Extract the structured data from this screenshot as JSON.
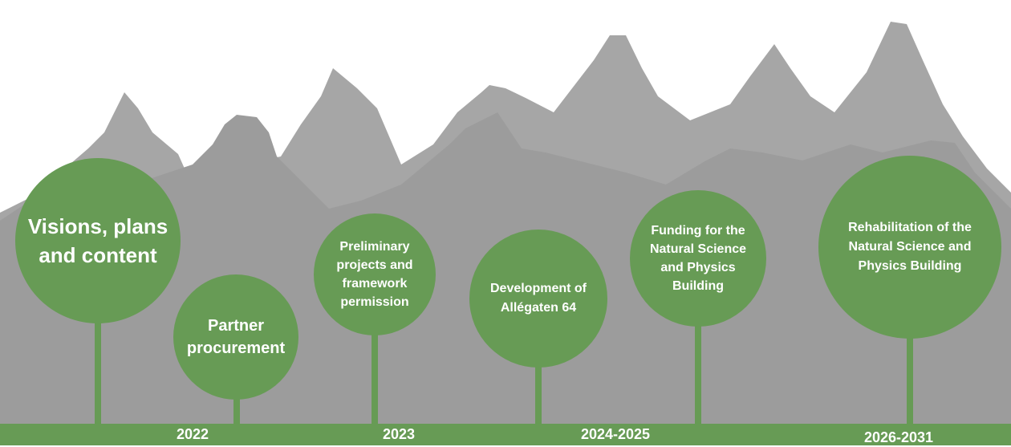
{
  "colors": {
    "green": "#679b55",
    "mountain_back": "#a6a6a6",
    "mountain_front": "#9c9c9c"
  },
  "milestones": [
    {
      "label": "Visions, plans and content"
    },
    {
      "label": "Partner procurement"
    },
    {
      "label": "Preliminary projects and framework permission"
    },
    {
      "label": "Development of Allégaten 64"
    },
    {
      "label": "Funding for the Natural Science and Physics Building"
    },
    {
      "label": "Rehabilitation of the Natural Science and Physics Building"
    }
  ],
  "years": [
    "2022",
    "2023",
    "2024-2025",
    "2026-2031"
  ]
}
